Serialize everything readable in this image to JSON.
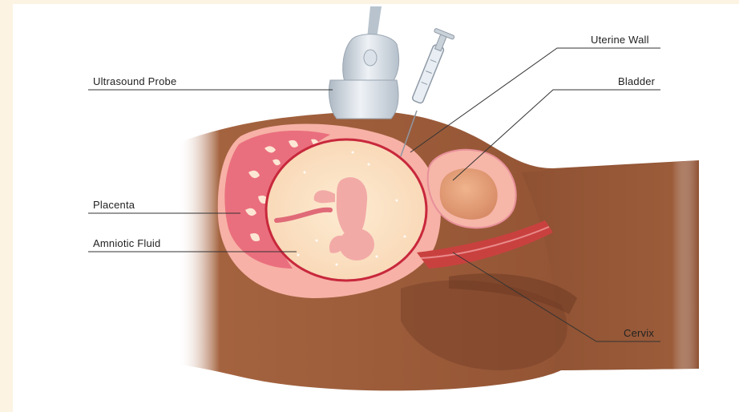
{
  "labels": {
    "ultrasound_probe": "Ultrasound Probe",
    "placenta": "Placenta",
    "amniotic_fluid": "Amniotic Fluid",
    "uterine_wall": "Uterine Wall",
    "bladder": "Bladder",
    "cervix": "Cervix"
  },
  "colors": {
    "page_background": "#fdf3e3",
    "skin": "#9c5a3a",
    "skin_dark": "#7d452b",
    "uterus": "#f5a7a0",
    "uterine_wall_line": "#c8283c",
    "placenta": "#e0506a",
    "amniotic_fluid": "#fbe3c6",
    "fetus": "#f1a9a6",
    "bladder": "#e9a47c",
    "probe": "#c9d3dc",
    "leader_line": "#333333"
  }
}
